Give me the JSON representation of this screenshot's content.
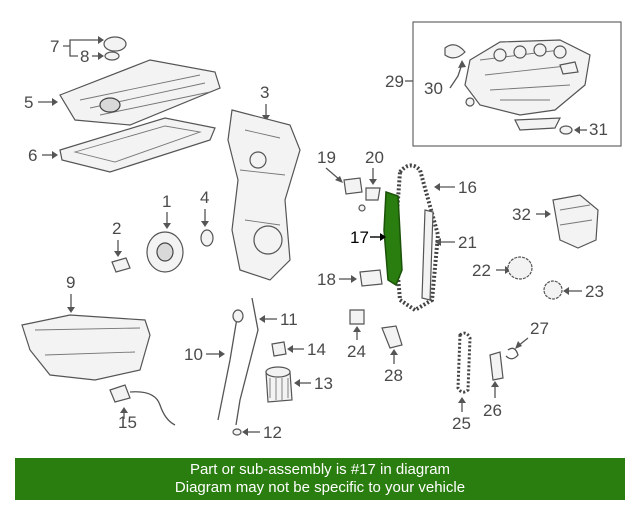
{
  "callouts": {
    "n1": "1",
    "n2": "2",
    "n3": "3",
    "n4": "4",
    "n5": "5",
    "n6": "6",
    "n7": "7",
    "n8": "8",
    "n9": "9",
    "n10": "10",
    "n11": "11",
    "n12": "12",
    "n13": "13",
    "n14": "14",
    "n15": "15",
    "n16": "16",
    "n17": "17",
    "n18": "18",
    "n19": "19",
    "n20": "20",
    "n21": "21",
    "n22": "22",
    "n23": "23",
    "n24": "24",
    "n25": "25",
    "n26": "26",
    "n27": "27",
    "n28": "28",
    "n29": "29",
    "n30": "30",
    "n31": "31",
    "n32": "32"
  },
  "highlight": {
    "part_number": "17",
    "color": "#2a7d0f"
  },
  "banner": {
    "line1": "Part or sub-assembly is #17 in diagram",
    "line2": "Diagram may not be specific to your vehicle",
    "background": "#2a7d0f",
    "text_color": "#ffffff"
  }
}
